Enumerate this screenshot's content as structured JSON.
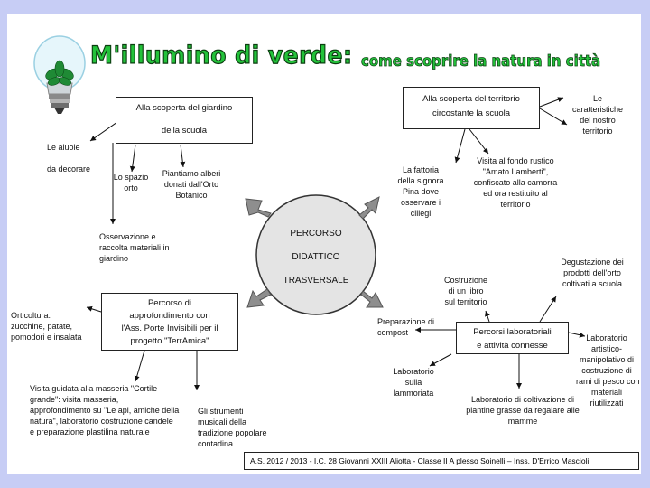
{
  "title": {
    "main": "M'illumino di verde:",
    "sub": "come scoprire la  natura in città"
  },
  "center": {
    "line1": "PERCORSO",
    "line2": "DIDATTICO",
    "line3": "TRASVERSALE"
  },
  "boxes": {
    "garden": {
      "line1": "Alla scoperta  del giardino",
      "line2": "della scuola"
    },
    "territory": {
      "line1": "Alla scoperta  del territorio",
      "line2": "circostante la scuola"
    },
    "deepening": {
      "line1": "Percorso di",
      "line2": "approfondimento con",
      "line3": "l'Ass. Porte Invisibili per il",
      "line4": "progetto \"TerrAmica\""
    },
    "labs": {
      "line1": "Percorsi laboratoriali",
      "line2": "e attività  connesse"
    }
  },
  "notes": {
    "aiuole": [
      "Le aiuole",
      "",
      "da decorare"
    ],
    "orto": [
      "Lo spazio",
      "orto"
    ],
    "alberi": [
      "Piantiamo alberi",
      "donati dall'Orto",
      "Botanico"
    ],
    "osservazione": [
      "Osservazione e",
      "raccolta materiali in",
      "giardino"
    ],
    "orticoltura": [
      "Orticoltura:",
      "zucchine, patate,",
      "pomodori e insalata"
    ],
    "masseria": [
      "Visita guidata alla masseria \"Cortile",
      "grande\": visita masseria,",
      "approfondimento su \"Le api, amiche della",
      "natura\", laboratorio costruzione candele",
      "e preparazione plastilina naturale"
    ],
    "strumenti": [
      "Gli strumenti",
      "musicali della",
      "tradizione popolare",
      "contadina"
    ],
    "caratteristiche": [
      "Le",
      "caratteristiche",
      "del nostro",
      "territorio"
    ],
    "fattoria": [
      "La fattoria",
      "della signora",
      "Pina dove",
      "osservare i",
      "ciliegi"
    ],
    "fondo": [
      "Visita al fondo rustico",
      "\"Amato Lamberti\",",
      "confiscato alla camorra",
      "ed ora restituito al",
      "territorio"
    ],
    "degustazione": [
      "Degustazione dei",
      "prodotti dell'orto",
      "coltivati a scuola"
    ],
    "libro": [
      "Costruzione",
      "di un libro",
      "sul territorio"
    ],
    "compost": [
      "Preparazione di",
      "compost"
    ],
    "artistico": [
      "Laboratorio",
      "artistico-",
      "manipolativo di",
      "costruzione di",
      "rami di pesco con",
      "materiali",
      "riutilizzati"
    ],
    "lammoriata": [
      "Laboratorio",
      "sulla",
      "lammoriata"
    ],
    "piantine": [
      "Laboratorio di coltivazione di",
      "piantine grasse da regalare alle",
      "mamme"
    ]
  },
  "footer": "A.S. 2012 / 2013  - I.C. 28 Giovanni XXIII  Aliotta  - Classe II A plesso Soinelli – Inss. D'Errico Mascioli",
  "colors": {
    "background": "#c7cdf5",
    "title_green": "#23c23a",
    "circle_fill": "#e4e4e4",
    "arrow_gray": "#8e8e8e"
  }
}
